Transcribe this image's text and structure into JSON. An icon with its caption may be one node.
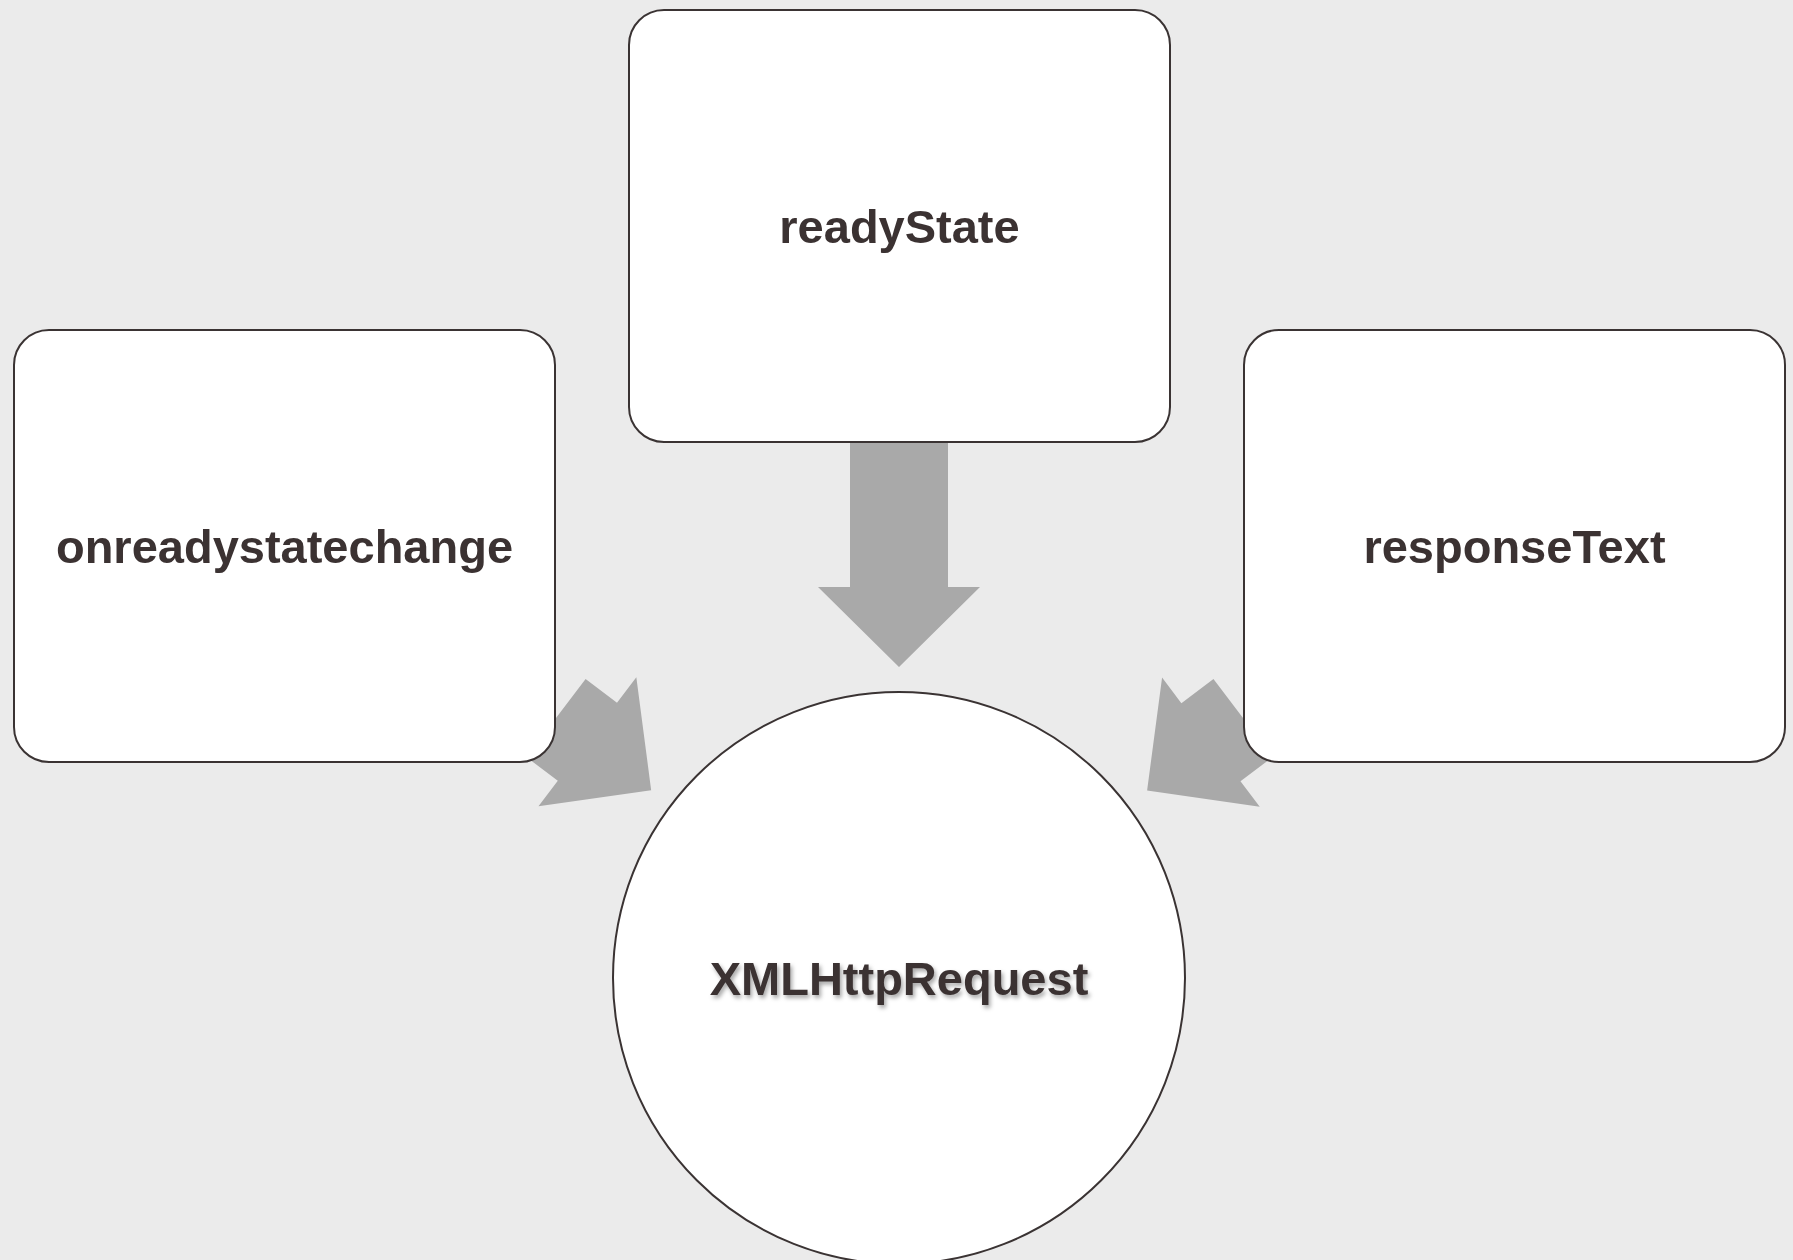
{
  "diagram": {
    "nodes": [
      {
        "text": [
          "readyState"
        ]
      },
      {
        "text": [
          "onreadystatechange"
        ]
      },
      {
        "text": [
          "responseText"
        ]
      },
      {
        "text": [
          "XMLHttpRequest"
        ]
      }
    ],
    "edges": [
      {
        "from": 0,
        "to": 3,
        "arrow": "to",
        "style": "thick"
      },
      {
        "from": 1,
        "to": 3,
        "arrow": "to",
        "style": "thick"
      },
      {
        "from": 2,
        "to": 3,
        "arrow": "to",
        "style": "thick"
      }
    ]
  }
}
